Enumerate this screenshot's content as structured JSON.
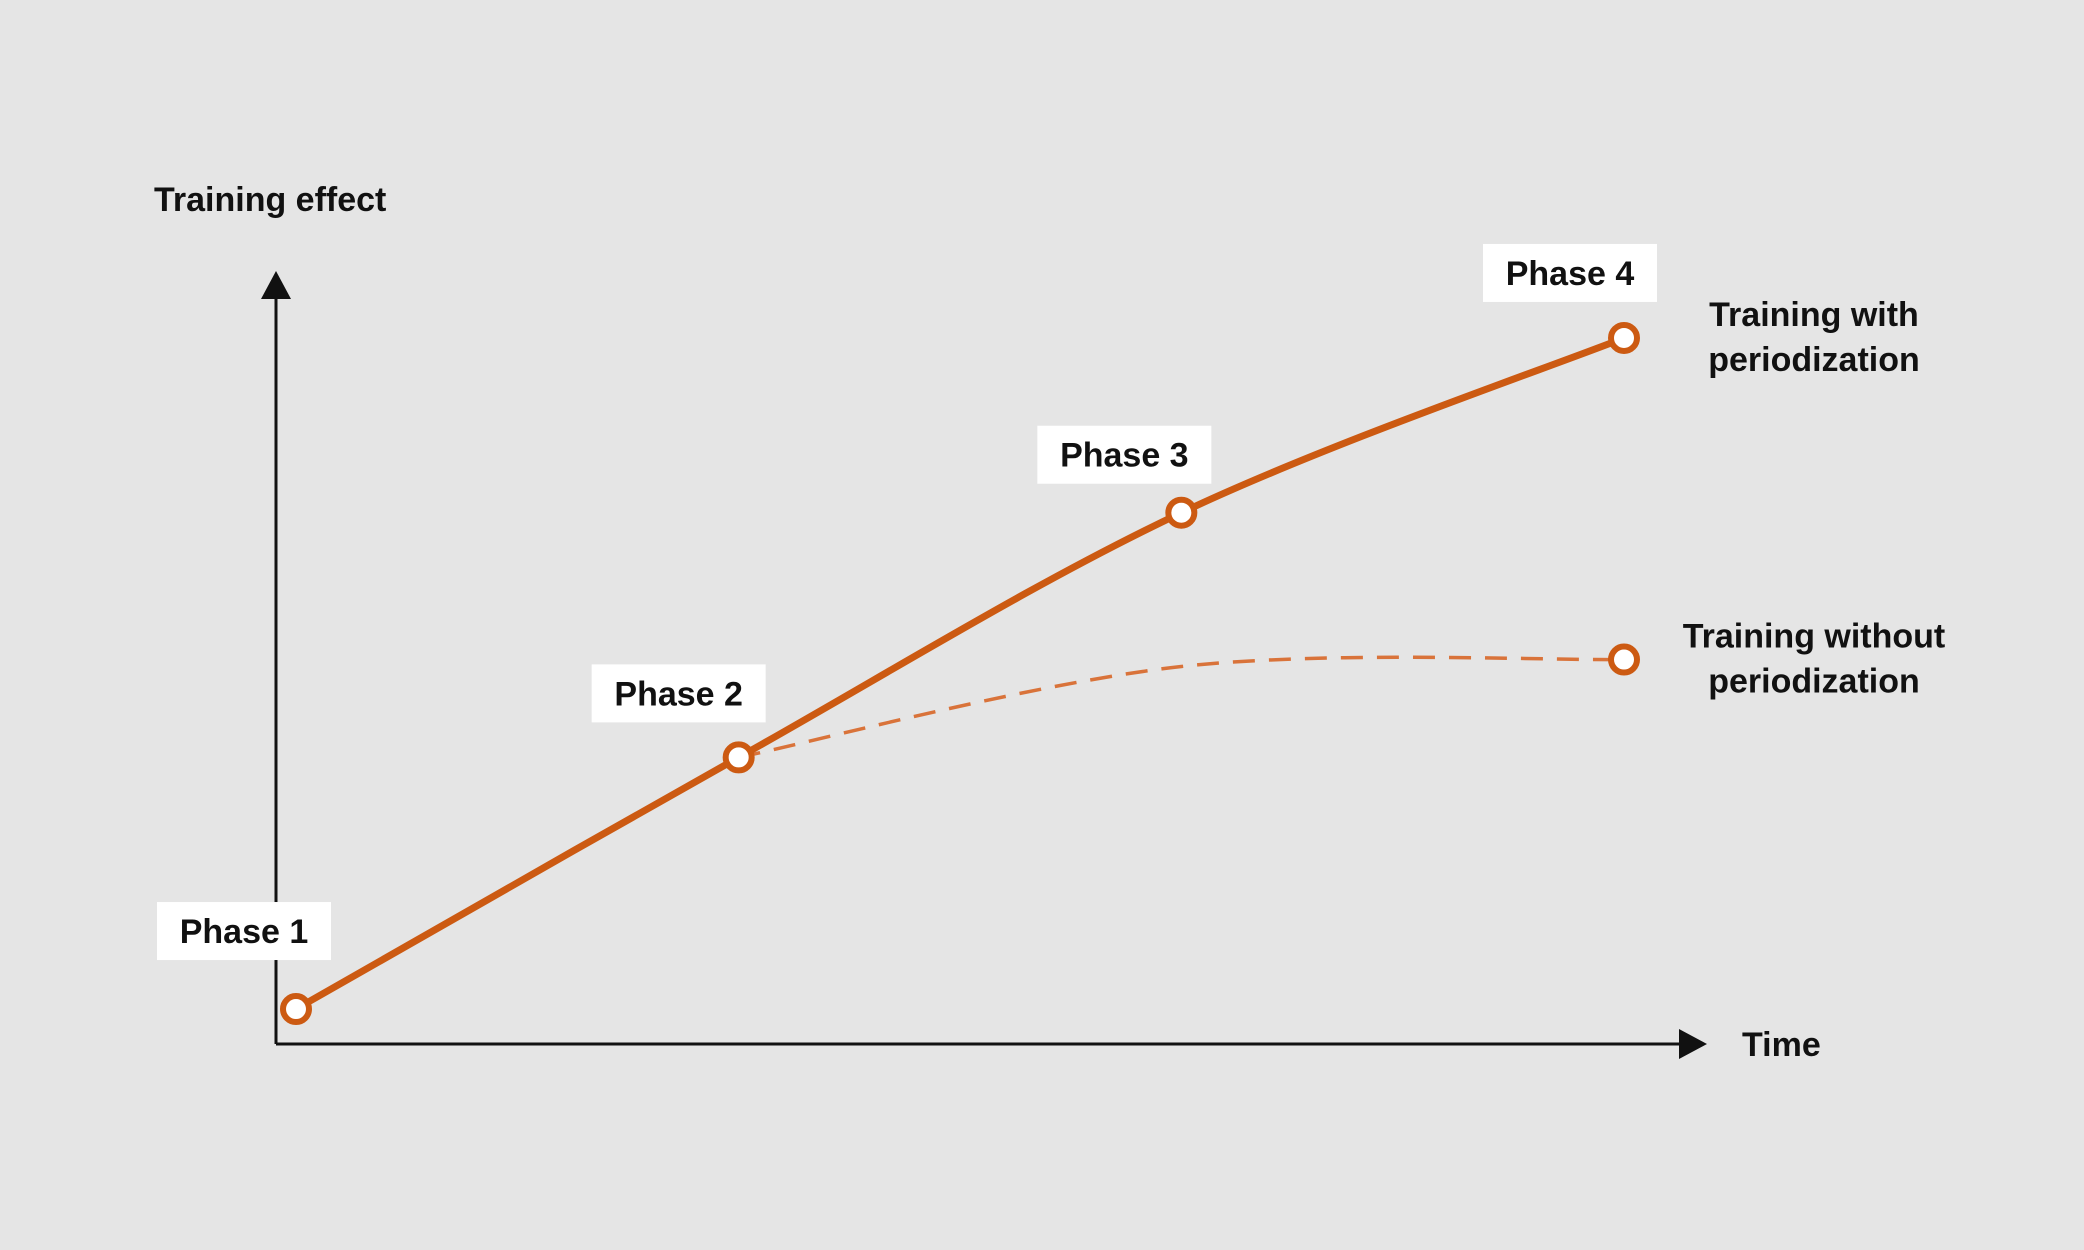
{
  "chart_data": {
    "type": "line",
    "xlabel": "Time",
    "ylabel": "Training effect",
    "grid": false,
    "phase_labels": [
      "Phase 1",
      "Phase 2",
      "Phase 3",
      "Phase 4"
    ],
    "series": [
      {
        "name": "Training with periodization",
        "name_lines": [
          "Training with",
          "periodization"
        ],
        "style": "solid",
        "x": [
          1,
          2,
          3,
          4
        ],
        "values": [
          2,
          38,
          73,
          98
        ]
      },
      {
        "name": "Training without periodization",
        "name_lines": [
          "Training without",
          "periodization"
        ],
        "style": "dashed",
        "x": [
          2,
          3,
          4
        ],
        "values": [
          38,
          51,
          52
        ]
      }
    ],
    "colors": {
      "line": "#cc5a12",
      "dashed": "#d9733a",
      "axis": "#111111",
      "background": "#e5e5e5",
      "label_box": "#ffffff"
    }
  }
}
